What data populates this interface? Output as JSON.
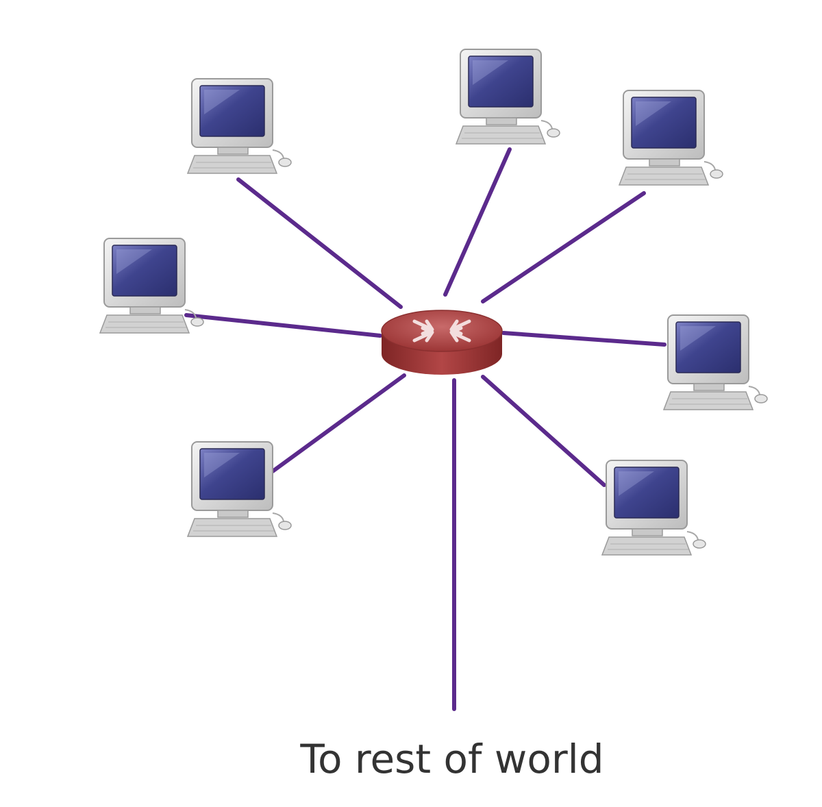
{
  "diagram": {
    "caption": "To rest of world",
    "link_color": "#5b2a8c",
    "router_color": "#a33b3b",
    "screen_color": "#3b3f86",
    "computer_body_color": "#d6d6d6",
    "hub": {
      "name": "router",
      "icon": "router-icon"
    },
    "nodes": [
      {
        "name": "computer-top-left",
        "icon": "desktop-computer-icon"
      },
      {
        "name": "computer-top-center",
        "icon": "desktop-computer-icon"
      },
      {
        "name": "computer-top-right",
        "icon": "desktop-computer-icon"
      },
      {
        "name": "computer-left",
        "icon": "desktop-computer-icon"
      },
      {
        "name": "computer-right",
        "icon": "desktop-computer-icon"
      },
      {
        "name": "computer-bottom-left",
        "icon": "desktop-computer-icon"
      },
      {
        "name": "computer-bottom-right",
        "icon": "desktop-computer-icon"
      }
    ]
  }
}
